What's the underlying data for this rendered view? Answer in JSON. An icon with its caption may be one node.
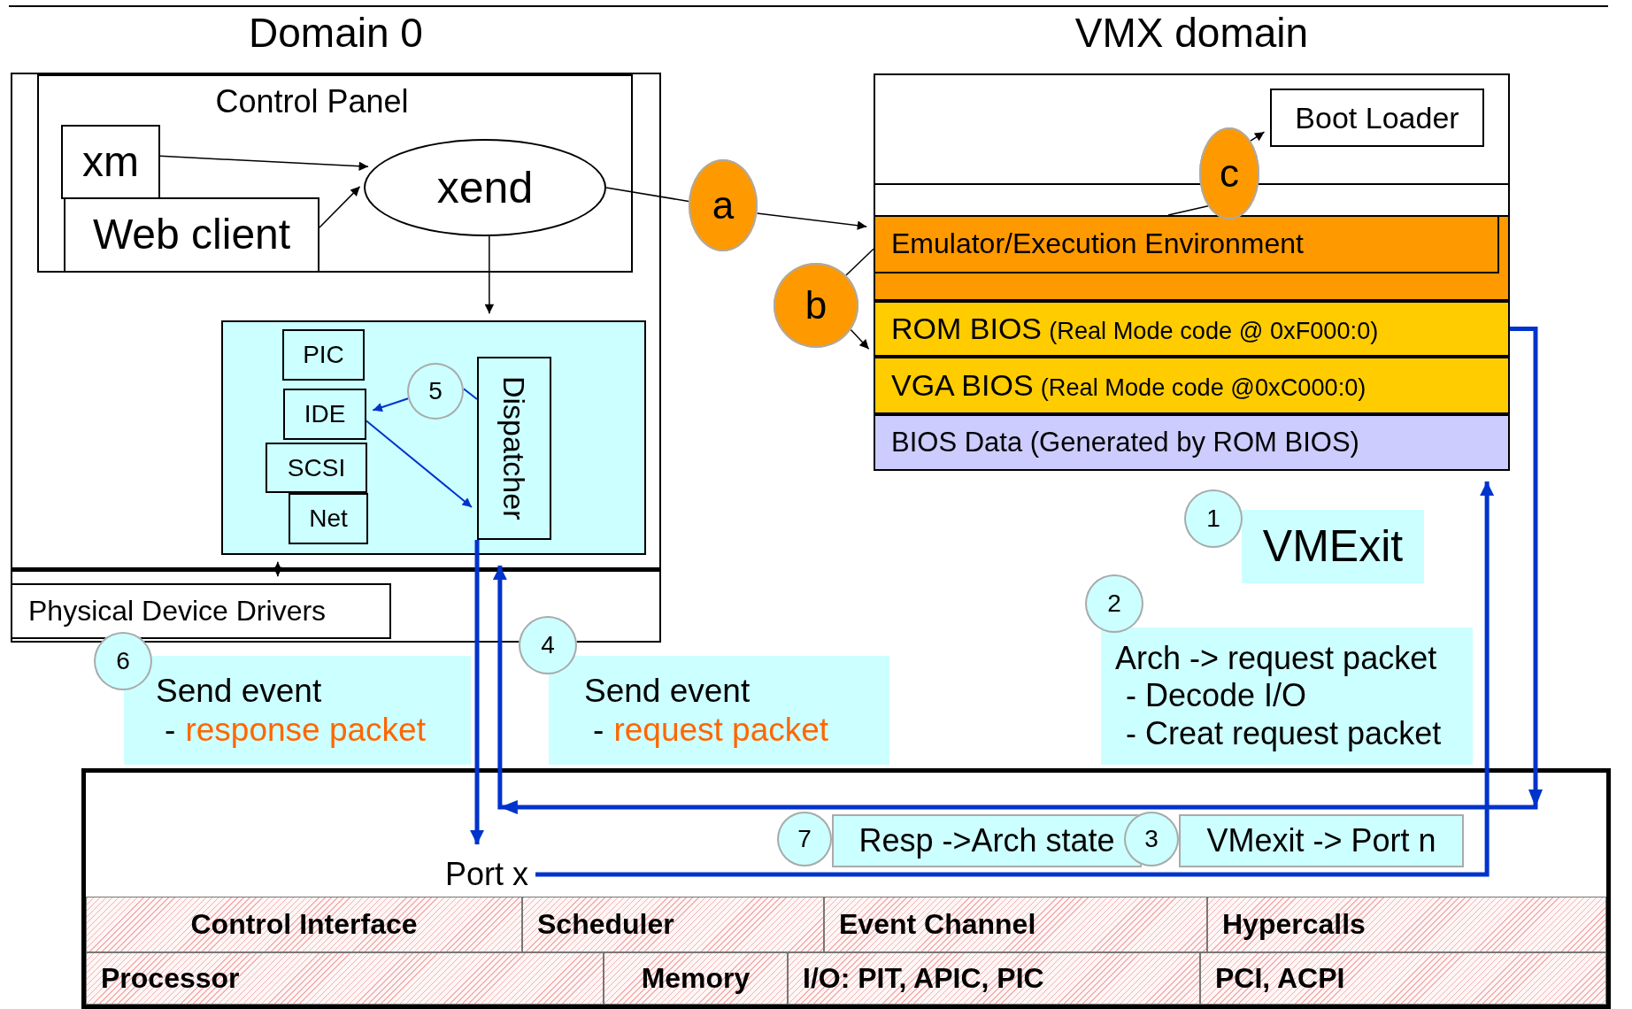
{
  "diagram": {
    "nodes": [
      {
        "text": [],
        "shape": "box"
      },
      {
        "text": [
          "Control Panel"
        ],
        "in": 0
      },
      {
        "text": [
          "xm"
        ],
        "in": 1
      },
      {
        "text": [
          "Web client"
        ],
        "in": 1
      },
      {
        "text": [
          "xend"
        ],
        "in": 1
      },
      {
        "text": [],
        "shape": "box",
        "in": 0
      },
      {
        "text": [
          "PIC"
        ],
        "in": 5
      },
      {
        "text": [
          "IDE"
        ],
        "in": 5
      },
      {
        "text": [
          "SCSI"
        ],
        "in": 5
      },
      {
        "text": [
          "Net"
        ],
        "in": 5
      },
      {
        "text": [
          "5"
        ],
        "in": 5
      },
      {
        "text": [
          "Dispatcher"
        ],
        "in": 5
      },
      {
        "text": [
          "Physical Device Drivers"
        ],
        "in": 0
      },
      {
        "text": [
          "a"
        ]
      },
      {
        "text": [],
        "shape": "box"
      },
      {
        "text": [
          "Boot Loader"
        ],
        "in": 14
      },
      {
        "text": [
          "c"
        ],
        "in": 14
      },
      {
        "text": [],
        "shape": "box",
        "in": 14
      },
      {
        "text": [
          "Emulator/Execution Environment"
        ],
        "in": 17
      },
      {
        "text": [
          "b"
        ]
      },
      {
        "text": [
          "ROM BIOS",
          "(Real Mode code @ 0xF000:0)"
        ],
        "in": 14
      },
      {
        "text": [
          "VGA BIOS",
          "(Real Mode code @0xC000:0)"
        ],
        "in": 14
      },
      {
        "text": [
          "BIOS Data (Generated by ROM BIOS)"
        ],
        "in": 14
      },
      {
        "text": [
          "1"
        ]
      },
      {
        "text": [
          "VMExit"
        ]
      },
      {
        "text": [
          "2"
        ]
      },
      {
        "text": [
          "Arch -> request packet",
          "- Decode I/O",
          "- Creat request packet"
        ]
      },
      {
        "text": [
          "6"
        ]
      },
      {
        "text": [
          "Send event",
          "-",
          "response packet"
        ]
      },
      {
        "text": [
          "4"
        ]
      },
      {
        "text": [
          "Send event",
          "-",
          "request packet"
        ]
      },
      {
        "text": [],
        "shape": "box"
      },
      {
        "text": [
          "7"
        ],
        "in": 31
      },
      {
        "text": [
          "Resp ->Arch state"
        ],
        "in": 31
      },
      {
        "text": [
          "3"
        ],
        "in": 31
      },
      {
        "text": [
          "VMexit -> Port n"
        ],
        "in": 31
      },
      {
        "text": [
          "Port x"
        ],
        "in": 31
      }
    ],
    "edges": [
      {
        "from": 2,
        "to": 4,
        "arrow": "to"
      },
      {
        "from": 3,
        "to": 4,
        "arrow": "to"
      },
      {
        "from": 4,
        "to": 5,
        "arrow": "to"
      },
      {
        "from": 11,
        "to": 10,
        "arrow": "none",
        "color": "#0033cc"
      },
      {
        "from": 10,
        "to": 7,
        "arrow": "to",
        "color": "#0033cc"
      },
      {
        "from": 7,
        "to": 11,
        "arrow": "to",
        "color": "#0033cc"
      },
      {
        "from": 5,
        "to": 12,
        "arrow": "both"
      },
      {
        "from": 4,
        "to": 13,
        "arrow": "none"
      },
      {
        "from": 13,
        "to": 18,
        "arrow": "to"
      },
      {
        "from": 19,
        "to": 18,
        "arrow": "none"
      },
      {
        "from": 19,
        "to": 20,
        "arrow": "to"
      },
      {
        "from": 18,
        "to": 16,
        "arrow": "none"
      },
      {
        "from": 16,
        "to": 15,
        "arrow": "to"
      },
      {
        "from": 20,
        "to": 5,
        "arrow": "to",
        "style": "thick",
        "color": "#0033cc"
      },
      {
        "from": 11,
        "to": 36,
        "arrow": "to",
        "style": "thick",
        "color": "#0033cc"
      },
      {
        "from": 36,
        "to": 22,
        "arrow": "to",
        "style": "thick",
        "color": "#0033cc"
      }
    ],
    "labels": [
      "Domain 0",
      "VMX domain",
      "Control Interface",
      "Scheduler",
      "Event Channel",
      "Hypercalls",
      "Processor",
      "Memory",
      "I/O: PIT, APIC, PIC",
      "PCI, ACPI"
    ]
  }
}
